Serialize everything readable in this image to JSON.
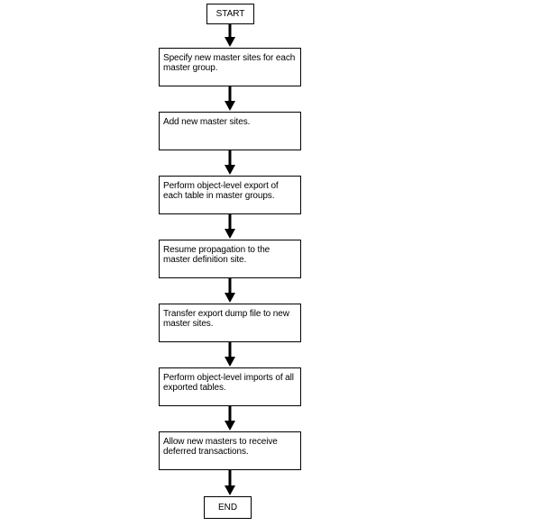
{
  "start_label": "START",
  "end_label": "END",
  "steps": [
    {
      "text": "Specify new master sites for each master group."
    },
    {
      "text": "Add new master sites."
    },
    {
      "text": "Perform object-level export of each table in master groups."
    },
    {
      "text": "Resume propagation to the master definition site."
    },
    {
      "text": "Transfer export dump file to new master sites."
    },
    {
      "text": "Perform object-level imports of all exported tables."
    },
    {
      "text": "Allow new masters to receive deferred transactions."
    }
  ],
  "colors": {
    "stroke": "#000000",
    "background": "#ffffff"
  }
}
